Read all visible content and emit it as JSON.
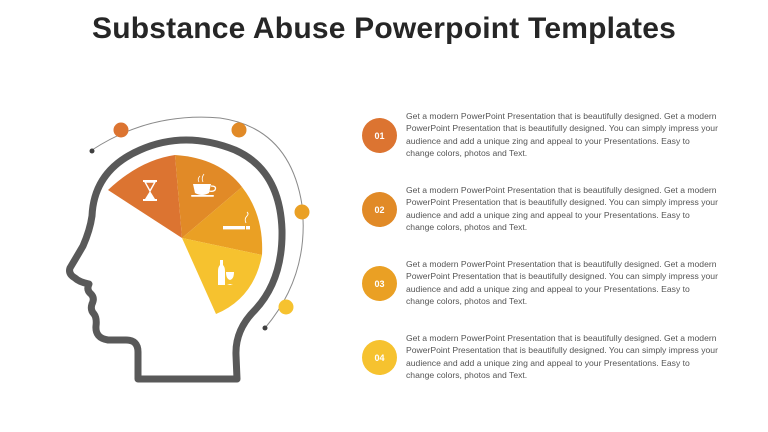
{
  "slide": {
    "title": "Substance Abuse Powerpoint Templates"
  },
  "colors": {
    "c1": "#DC7431",
    "c2": "#E18A27",
    "c3": "#EAA024",
    "c4": "#F6C22F",
    "head_outline": "#595959",
    "arc_line": "#7f7f7f"
  },
  "segments": [
    {
      "icon": "hourglass-icon",
      "color": "#DC7431"
    },
    {
      "icon": "coffee-cup-icon",
      "color": "#E18A27"
    },
    {
      "icon": "cigarette-icon",
      "color": "#EAA024"
    },
    {
      "icon": "wine-bottle-glass-icon",
      "color": "#F6C22F"
    }
  ],
  "items": [
    {
      "number": "01",
      "color": "#DC7431",
      "text": "Get a modern PowerPoint  Presentation that is beautifully designed. Get a modern PowerPoint  Presentation that is beautifully designed. You can simply impress your audience and add a unique zing and appeal to your Presentations. Easy to change colors, photos and Text."
    },
    {
      "number": "02",
      "color": "#E18A27",
      "text": "Get a modern PowerPoint  Presentation that is beautifully designed. Get a modern PowerPoint  Presentation that is beautifully designed. You can simply impress your audience and add a unique zing and appeal to your Presentations. Easy to change colors, photos and Text."
    },
    {
      "number": "03",
      "color": "#EAA024",
      "text": "Get a modern PowerPoint  Presentation that is beautifully designed. Get a modern PowerPoint  Presentation that is beautifully designed. You can simply impress your audience and add a unique zing and appeal to your Presentations. Easy to change colors, photos and Text."
    },
    {
      "number": "04",
      "color": "#F6C22F",
      "text": "Get a modern PowerPoint  Presentation that is beautifully designed. Get a modern PowerPoint  Presentation that is beautifully designed. You can simply impress your audience and add a unique zing and appeal to your Presentations. Easy to change colors, photos and Text."
    }
  ]
}
